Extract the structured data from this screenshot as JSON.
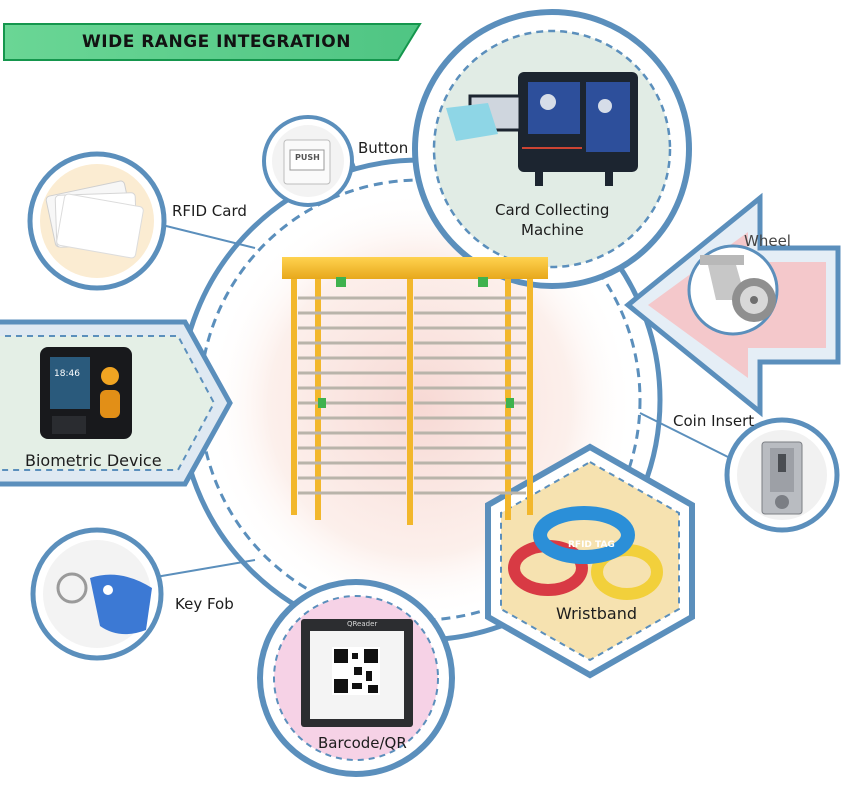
{
  "banner": {
    "title": "WIDE RANGE INTEGRATION"
  },
  "items": {
    "button": "Button",
    "rfid_card": "RFID Card",
    "card_collecting": [
      "Card Collecting",
      "Machine"
    ],
    "wheel": "Wheel",
    "biometric": "Biometric Device",
    "coin_insert": "Coin Insert",
    "key_fob": "Key Fob",
    "wristband": "Wristband",
    "barcode": "Barcode/QR"
  },
  "device_text": {
    "push_button": "PUSH",
    "biometric_time": "18:46",
    "wristband_tag": "RFID TAG",
    "qr_window_title": "QReader"
  },
  "colors": {
    "banner_green": "#5fd08a",
    "ring_blue": "#5b8fbc",
    "turnstile_yellow": "#f2b72c",
    "wheel_arrow_pink": "#f3c9cc",
    "wristband_hex": "#f7e3b2"
  },
  "icons": [
    "push-button-icon",
    "rfid-cards-icon",
    "card-machine-icon",
    "wheel-icon",
    "biometric-device-icon",
    "coin-insert-icon",
    "key-fob-icon",
    "wristband-icon",
    "qr-code-icon",
    "turnstile-icon"
  ]
}
